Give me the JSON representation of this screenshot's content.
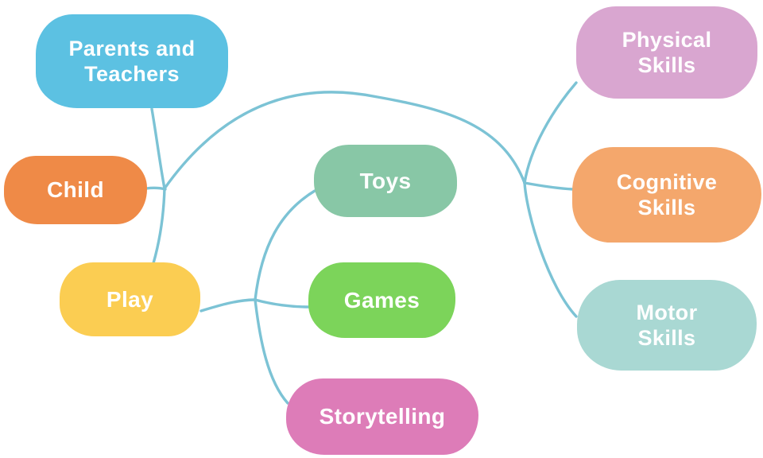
{
  "diagram": {
    "type": "mind-map",
    "topic": "Play mind map",
    "background_color": "#ffffff",
    "connector_color": "#7cc3d5",
    "text_color": "#ffffff",
    "nodes": [
      {
        "id": "parents-teachers",
        "label": "Parents and\nTeachers",
        "color": "#5cc1e2"
      },
      {
        "id": "child",
        "label": "Child",
        "color": "#ef8a47"
      },
      {
        "id": "play",
        "label": "Play",
        "color": "#fbcd52"
      },
      {
        "id": "toys",
        "label": "Toys",
        "color": "#88c7a6"
      },
      {
        "id": "games",
        "label": "Games",
        "color": "#7cd45a"
      },
      {
        "id": "storytelling",
        "label": "Storytelling",
        "color": "#dd7cb8"
      },
      {
        "id": "physical-skills",
        "label": "Physical\nSkills",
        "color": "#d9a6d0"
      },
      {
        "id": "cognitive-skills",
        "label": "Cognitive\nSkills",
        "color": "#f4a76c"
      },
      {
        "id": "motor-skills",
        "label": "Motor\nSkills",
        "color": "#a9d8d3"
      }
    ],
    "edges": [
      {
        "from": "Parents and Teachers",
        "to": "Child"
      },
      {
        "from": "Child",
        "to": "Play"
      },
      {
        "from": "Child",
        "to": "Physical Skills"
      },
      {
        "from": "Child",
        "to": "Cognitive Skills"
      },
      {
        "from": "Child",
        "to": "Motor Skills"
      },
      {
        "from": "Play",
        "to": "Toys"
      },
      {
        "from": "Play",
        "to": "Games"
      },
      {
        "from": "Play",
        "to": "Storytelling"
      }
    ]
  }
}
